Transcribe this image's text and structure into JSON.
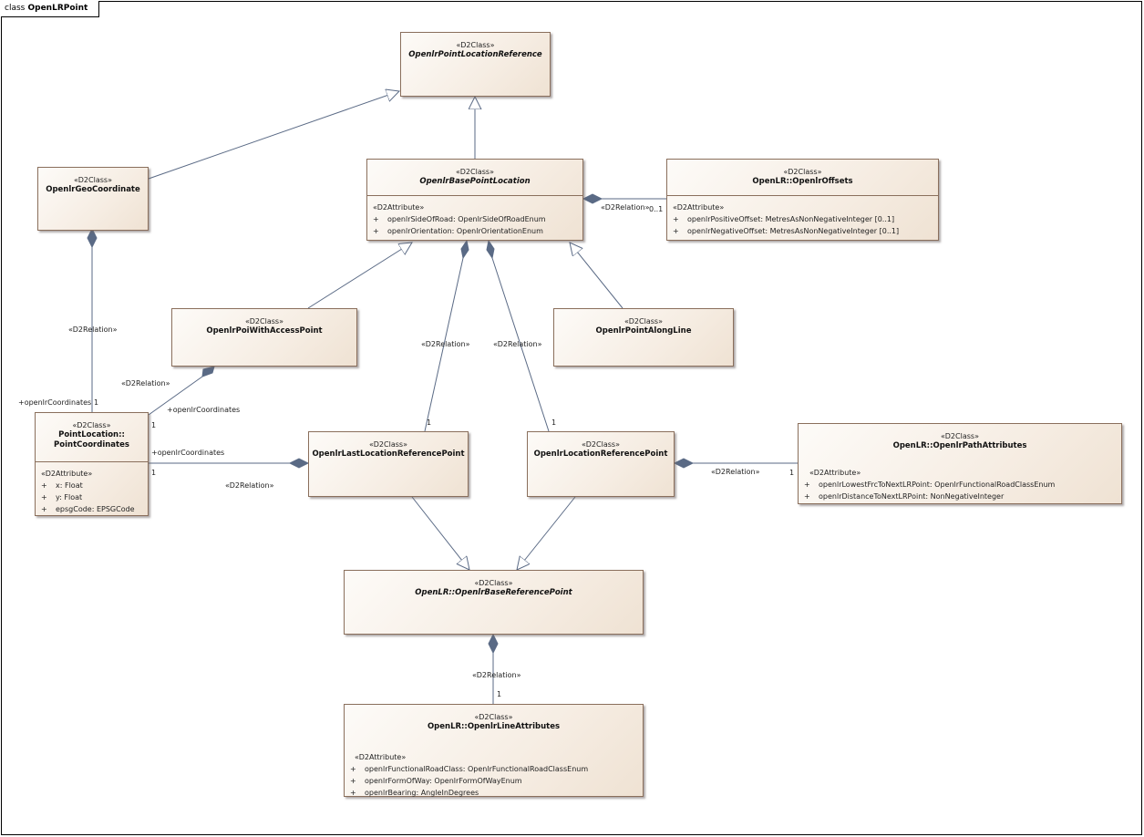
{
  "frame": {
    "keyword": "class",
    "name": "OpenLRPoint"
  },
  "stereotype_class": "«D2Class»",
  "stereotype_attr": "«D2Attribute»",
  "relation_label": "«D2Relation»",
  "classes": {
    "point_loc_ref": {
      "name": "OpenlrPointLocationReference"
    },
    "geo_coord": {
      "name": "OpenlrGeoCoordinate"
    },
    "base_point_loc": {
      "name": "OpenlrBasePointLocation",
      "attrs": [
        "openlrSideOfRoad: OpenlrSideOfRoadEnum",
        "openlrOrientation: OpenlrOrientationEnum"
      ]
    },
    "offsets": {
      "name": "OpenLR::OpenlrOffsets",
      "attrs": [
        "openlrPositiveOffset: MetresAsNonNegativeInteger [0..1]",
        "openlrNegativeOffset: MetresAsNonNegativeInteger [0..1]"
      ]
    },
    "poi_access": {
      "name": "OpenlrPoiWithAccessPoint"
    },
    "point_along_line": {
      "name": "OpenlrPointAlongLine"
    },
    "point_coords": {
      "name_line1": "PointLocation::",
      "name_line2": "PointCoordinates",
      "attrs": [
        "x: Float",
        "y: Float",
        "epsgCode: EPSGCode"
      ]
    },
    "last_loc_ref": {
      "name": "OpenlrLastLocationReferencePoint"
    },
    "loc_ref": {
      "name": "OpenlrLocationReferencePoint"
    },
    "path_attrs": {
      "name": "OpenLR::OpenlrPathAttributes",
      "attrs": [
        "openlrLowestFrcToNextLRPoint: OpenlrFunctionalRoadClassEnum",
        "openlrDistanceToNextLRPoint: NonNegativeInteger"
      ]
    },
    "base_ref_point": {
      "name": "OpenLR::OpenlrBaseReferencePoint"
    },
    "line_attrs": {
      "name": "OpenLR::OpenlrLineAttributes",
      "attrs": [
        "openlrFunctionalRoadClass: OpenlrFunctionalRoadClassEnum",
        "openlrFormOfWay: OpenlrFormOfWayEnum",
        "openlrBearing: AngleInDegrees"
      ]
    }
  },
  "attr_visibility": "+",
  "labels": {
    "mult_one": "1",
    "mult_zero_one": "0..1",
    "role_coords": "+openlrCoordinates"
  },
  "colors": {
    "line": "#5a6a85",
    "border": "#8a6f5c",
    "fill": "#f6ede3"
  }
}
